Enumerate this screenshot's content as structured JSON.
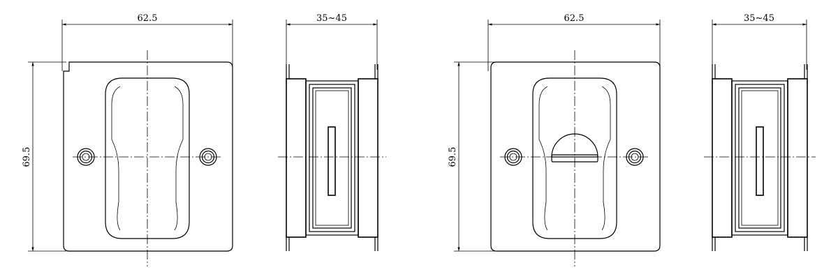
{
  "drawing": {
    "line_color": "#000000",
    "background": "#ffffff",
    "views": [
      {
        "name": "passage-front",
        "width_label": "62.5",
        "height_label": "69.5"
      },
      {
        "name": "passage-side",
        "width_label": "35~45"
      },
      {
        "name": "privacy-front",
        "width_label": "62.5",
        "height_label": "69.5"
      },
      {
        "name": "privacy-side",
        "width_label": "35~45"
      }
    ]
  }
}
